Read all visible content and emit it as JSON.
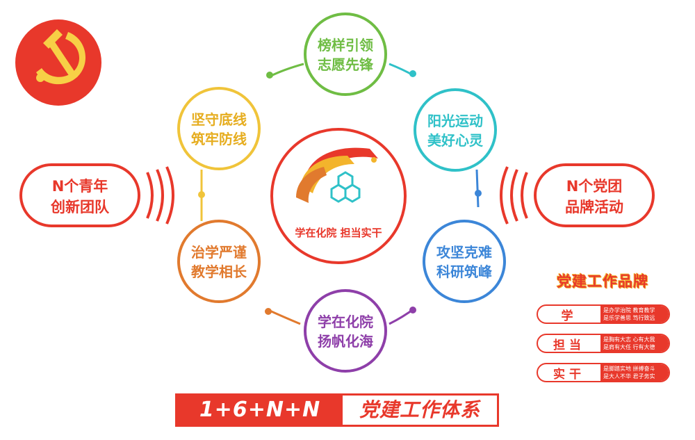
{
  "colors": {
    "red": "#e8382b",
    "gold": "#f3b42c",
    "green": "#6fbd44",
    "cyan": "#2fc1c8",
    "blue": "#3c86d8",
    "purple": "#8e3fa9",
    "orange": "#e17a2e",
    "yellow": "#f0c43a"
  },
  "center": {
    "caption": "学在化院  担当实干"
  },
  "rings": [
    {
      "line1": "榜样引领",
      "line2": "志愿先锋",
      "color": "#6fbd44"
    },
    {
      "line1": "阳光运动",
      "line2": "美好心灵",
      "color": "#2fc1c8"
    },
    {
      "line1": "攻坚克难",
      "line2": "科研筑峰",
      "color": "#3c86d8"
    },
    {
      "line1": "学在化院",
      "line2": "扬帆化海",
      "color": "#8e3fa9"
    },
    {
      "line1": "治学严谨",
      "line2": "教学相长",
      "color": "#e17a2e"
    },
    {
      "line1": "坚守底线",
      "line2": "筑牢防线",
      "color": "#f0c43a"
    }
  ],
  "pills": {
    "left": {
      "line1": "N个青年",
      "line2": "创新团队"
    },
    "right": {
      "line1": "N个党团",
      "line2": "品牌活动"
    }
  },
  "legend": {
    "title": "党建工作品牌",
    "rows": [
      {
        "key": "学",
        "desc1": "是办学治院  教育教学",
        "desc2": "是乐学善思  笃行致远"
      },
      {
        "key": "担当",
        "desc1": "是胸有大志  心有大我",
        "desc2": "是肩有大任  行有大德"
      },
      {
        "key": "实干",
        "desc1": "是脚踏实地  拼搏奋斗",
        "desc2": "是大人不华  君子务实"
      }
    ]
  },
  "banner": {
    "left": "1+6+N+N",
    "right": "党建工作体系"
  }
}
